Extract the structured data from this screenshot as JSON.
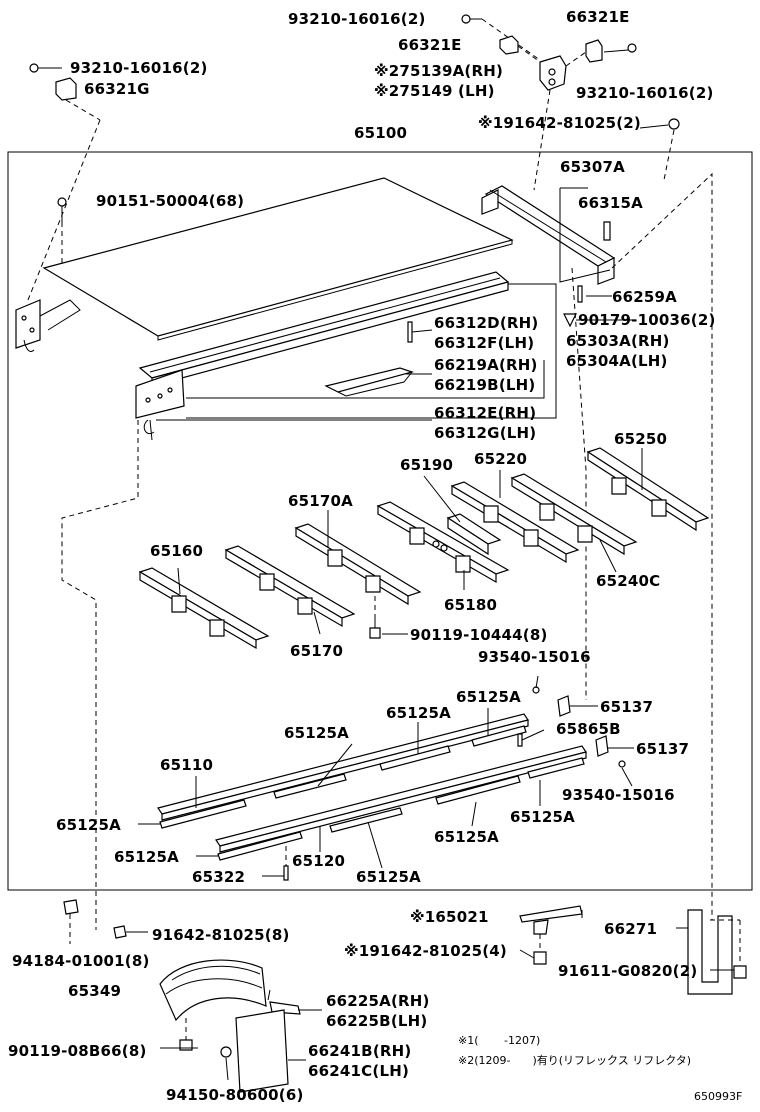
{
  "labels": {
    "p93210_top": "93210-16016(2)",
    "p66321E_right": "66321E",
    "p66321E_mid": "66321E",
    "p75139A": "※275139A(RH)",
    "p75149": "※275149 (LH)",
    "p93210_right": "93210-16016(2)",
    "p93210_left": "93210-16016(2)",
    "p66321G": "66321G",
    "p91642_top": "※191642-81025(2)",
    "p65100": "65100",
    "p65307A": "65307A",
    "p90151": "90151-50004(68)",
    "p66315A": "66315A",
    "p66259A": "66259A",
    "p90179": "90179-10036(2)",
    "p66312D": "66312D(RH)",
    "p66312F": "66312F(LH)",
    "p65303A": "65303A(RH)",
    "p65304A": "65304A(LH)",
    "p66219A": "66219A(RH)",
    "p66219B": "66219B(LH)",
    "p66312E": "66312E(RH)",
    "p66312G": "66312G(LH)",
    "p65250": "65250",
    "p65190": "65190",
    "p65220": "65220",
    "p65170A": "65170A",
    "p65160": "65160",
    "p65240C": "65240C",
    "p65180": "65180",
    "p65170": "65170",
    "p90119_10444": "90119-10444(8)",
    "p93540_top": "93540-15016",
    "p65125A_a": "65125A",
    "p65137_a": "65137",
    "p65125A_b": "65125A",
    "p65865B": "65865B",
    "p65125A_c": "65125A",
    "p65137_b": "65137",
    "p65110": "65110",
    "p93540_bot": "93540-15016",
    "p65125A_d": "65125A",
    "p65125A_e": "65125A",
    "p65125A_f": "65125A",
    "p65125A_g": "65125A",
    "p65120": "65120",
    "p65322": "65322",
    "p65125A_h": "65125A",
    "p65021": "※165021",
    "p66271": "66271",
    "p91642_8": "91642-81025(8)",
    "p94184": "94184-01001(8)",
    "p91642_4": "※191642-81025(4)",
    "p91611": "91611-G0820(2)",
    "p65349": "65349",
    "p66225A": "66225A(RH)",
    "p66225B": "66225B(LH)",
    "p90119_08B66": "90119-08B66(8)",
    "p66241B": "66241B(RH)",
    "p66241C": "66241C(LH)",
    "p94150": "94150-80600(6)"
  },
  "notes": {
    "note1": "※1(　　 -1207)",
    "note2": "※2(1209-　　)有り(リフレックス リフレクタ)"
  },
  "figure_id": "650993F"
}
